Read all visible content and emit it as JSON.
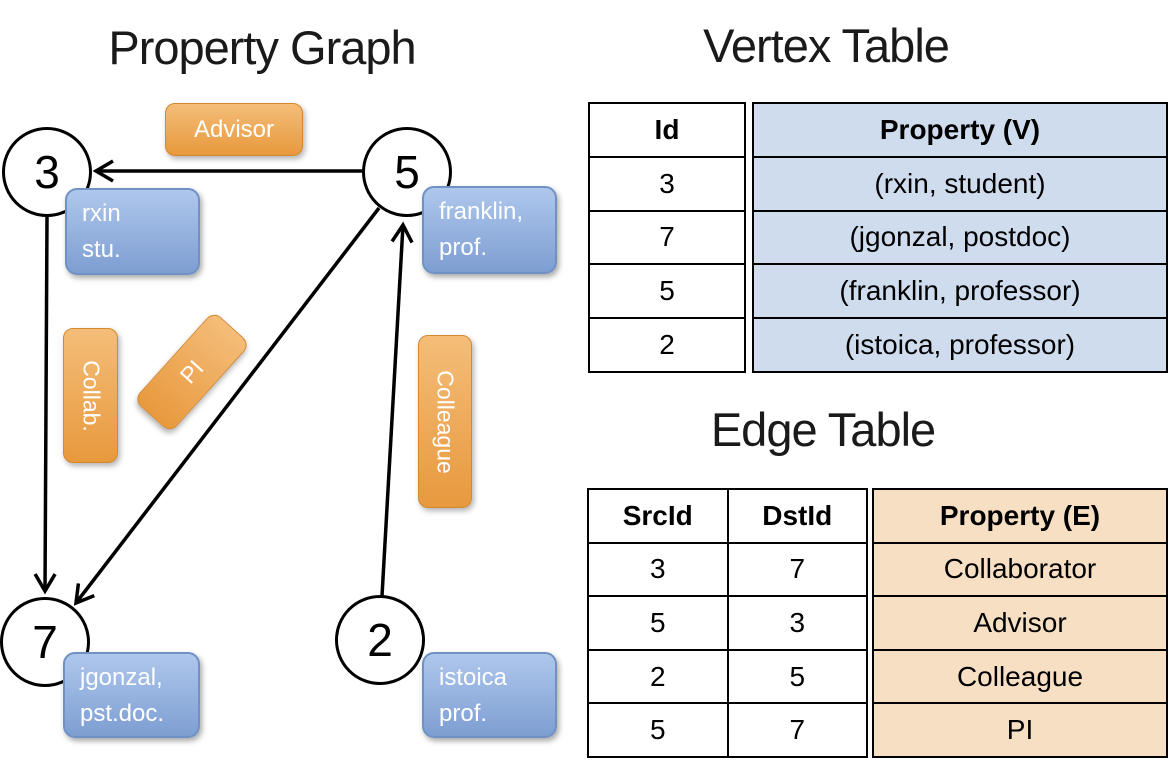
{
  "titles": {
    "graph": "Property Graph",
    "vertex_table": "Vertex Table",
    "edge_table": "Edge Table"
  },
  "graph": {
    "vertices": [
      {
        "id": "3",
        "property_lines": [
          "rxin",
          "stu."
        ]
      },
      {
        "id": "5",
        "property_lines": [
          "franklin,",
          "prof."
        ]
      },
      {
        "id": "7",
        "property_lines": [
          "jgonzal,",
          "pst.doc."
        ]
      },
      {
        "id": "2",
        "property_lines": [
          "istoica",
          "prof."
        ]
      }
    ],
    "edge_labels": {
      "advisor": "Advisor",
      "collab": "Collab.",
      "pi": "PI",
      "colleague": "Colleague"
    }
  },
  "vertex_table": {
    "headers": [
      "Id",
      "Property (V)"
    ],
    "rows": [
      [
        "3",
        "(rxin, student)"
      ],
      [
        "7",
        "(jgonzal, postdoc)"
      ],
      [
        "5",
        "(franklin, professor)"
      ],
      [
        "2",
        "(istoica, professor)"
      ]
    ]
  },
  "edge_table": {
    "headers": [
      "SrcId",
      "DstId",
      "Property (E)"
    ],
    "rows": [
      [
        "3",
        "7",
        "Collaborator"
      ],
      [
        "5",
        "3",
        "Advisor"
      ],
      [
        "2",
        "5",
        "Colleague"
      ],
      [
        "5",
        "7",
        "PI"
      ]
    ]
  },
  "colors": {
    "edge_label_orange": "#eda44c",
    "vertex_badge_blue": "#8fb1e0",
    "vertex_table_fill": "#cfdcee",
    "edge_table_fill": "#f7dfc4",
    "line": "#000000"
  }
}
